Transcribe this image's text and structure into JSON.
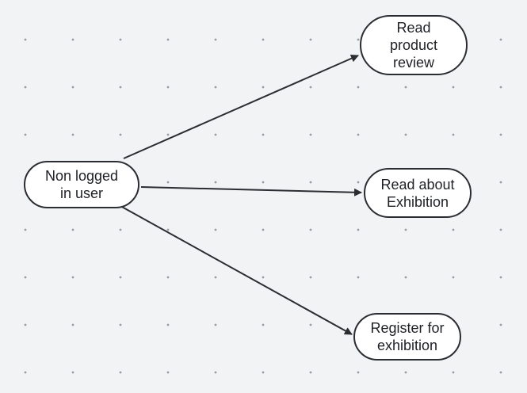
{
  "diagram": {
    "nodes": {
      "user": "Non logged\nin user",
      "review": "Read\nproduct\nreview",
      "about": "Read about\nExhibition",
      "register": "Register for\nexhibition"
    },
    "edges": [
      {
        "from": "user",
        "to": "review"
      },
      {
        "from": "user",
        "to": "about"
      },
      {
        "from": "user",
        "to": "register"
      }
    ],
    "colors": {
      "background": "#f2f3f5",
      "grid_dot": "#9a9ca3",
      "stroke": "#2b2d33",
      "node_fill": "#ffffff"
    }
  }
}
